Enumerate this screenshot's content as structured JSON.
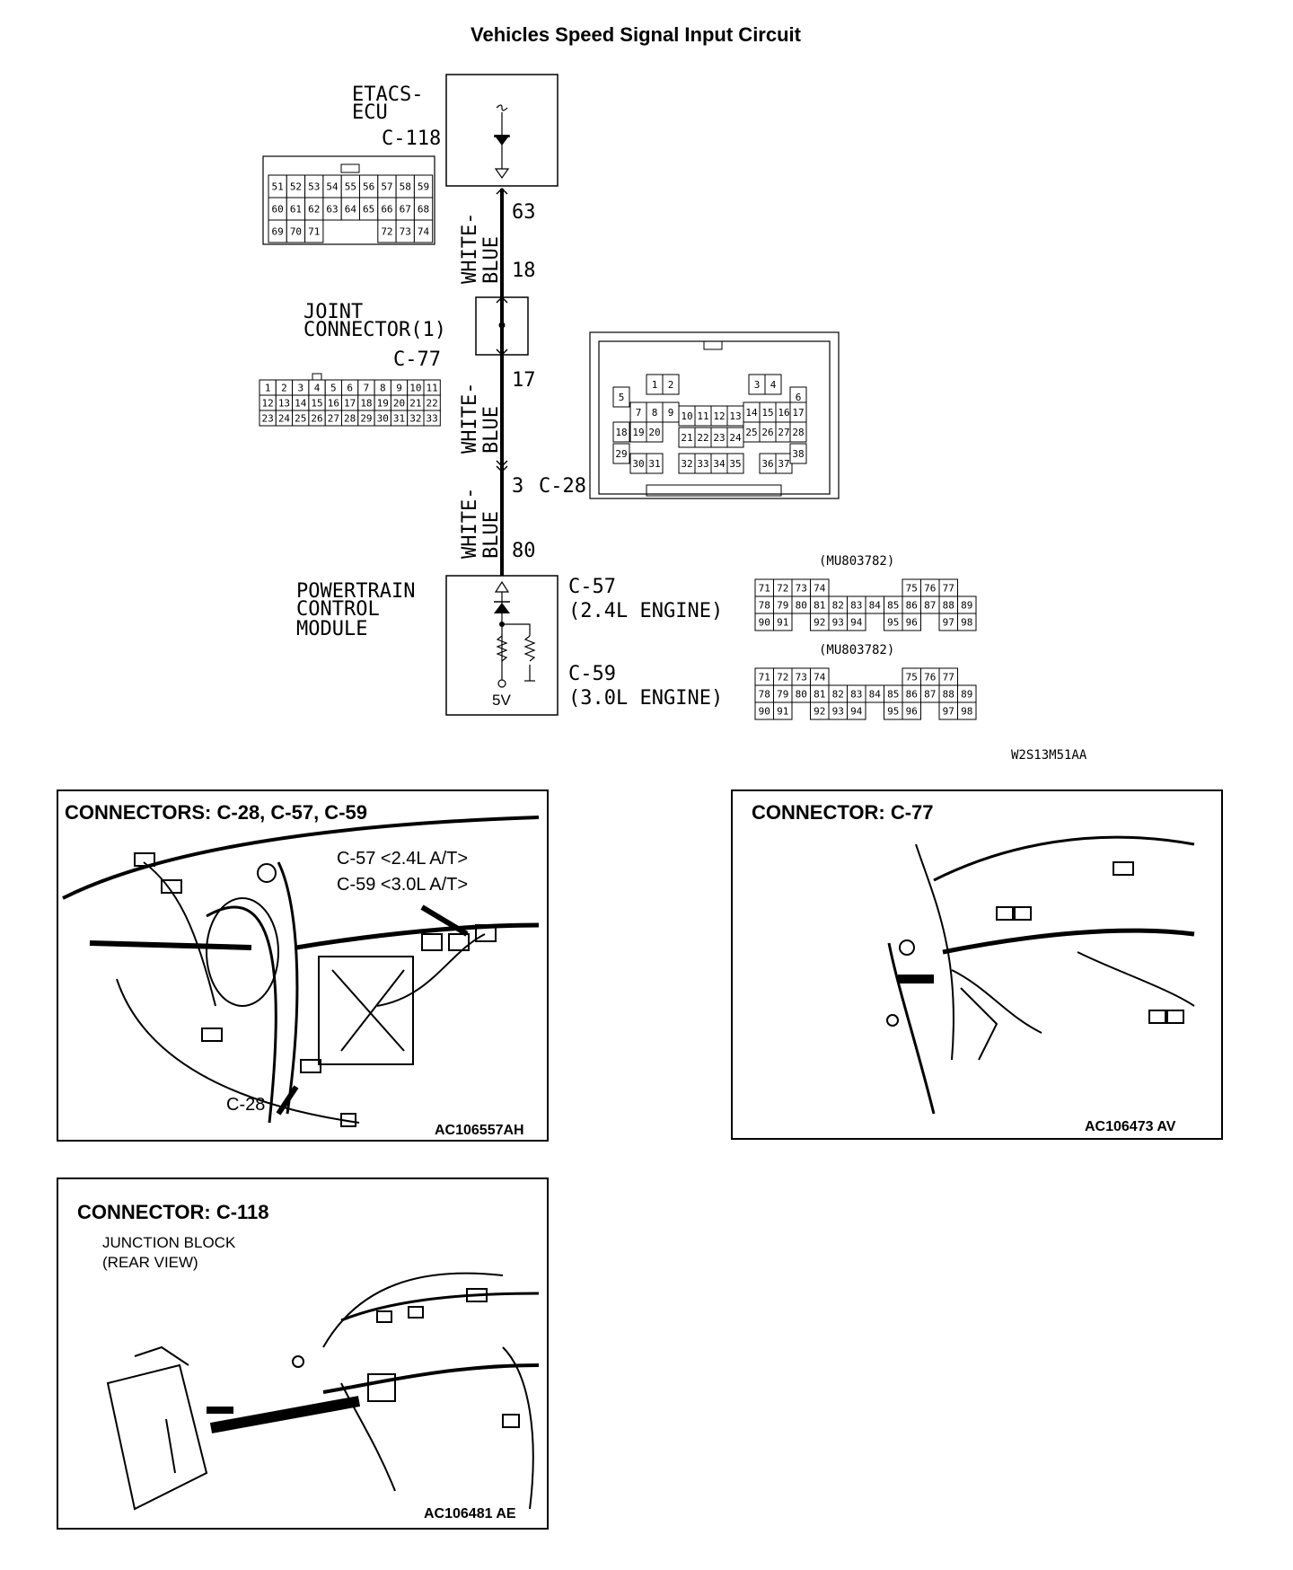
{
  "title": "Vehicles Speed Signal Input Circuit",
  "diagram_code": "W2S13M51AA",
  "etacs": {
    "name_line1": "ETACS-",
    "name_line2": "ECU",
    "connector": "C-118"
  },
  "joint": {
    "name_line1": "JOINT",
    "name_line2": "CONNECTOR(1)",
    "connector": "C-77"
  },
  "pcm": {
    "name_line1": "POWERTRAIN",
    "name_line2": "CONTROL",
    "name_line3": "MODULE",
    "voltage": "5V"
  },
  "wire": {
    "color_top": "WHITE-",
    "color_bottom": "BLUE"
  },
  "pins": {
    "etacs_out": "63",
    "joint_in": "18",
    "joint_out": "17",
    "c28_pin": "3",
    "c28_label": "C-28",
    "pcm_in": "80"
  },
  "pcm_connectors": [
    {
      "id": "C-57",
      "desc": "(2.4L ENGINE)",
      "part": "(MU803782)"
    },
    {
      "id": "C-59",
      "desc": "(3.0L ENGINE)",
      "part": "(MU803782)"
    }
  ],
  "c118_rows": [
    [
      "51",
      "52",
      "53",
      "54",
      "55",
      "56",
      "57",
      "58",
      "59"
    ],
    [
      "60",
      "61",
      "62",
      "63",
      "64",
      "65",
      "66",
      "67",
      "68"
    ],
    [
      "69",
      "70",
      "71",
      "",
      "",
      "",
      "72",
      "73",
      "74"
    ]
  ],
  "c77_rows": [
    [
      "1",
      "2",
      "3",
      "4",
      "5",
      "6",
      "7",
      "8",
      "9",
      "10",
      "11"
    ],
    [
      "12",
      "13",
      "14",
      "15",
      "16",
      "17",
      "18",
      "19",
      "20",
      "21",
      "22"
    ],
    [
      "23",
      "24",
      "25",
      "26",
      "27",
      "28",
      "29",
      "30",
      "31",
      "32",
      "33"
    ]
  ],
  "pcm_rows": [
    [
      "71",
      "72",
      "73",
      "74",
      "",
      "",
      "",
      "",
      "75",
      "76",
      "77"
    ],
    [
      "78",
      "79",
      "80",
      "81",
      "82",
      "83",
      "84",
      "85",
      "86",
      "87",
      "88",
      "89"
    ],
    [
      "90",
      "91",
      "",
      "92",
      "93",
      "94",
      "",
      "95",
      "96",
      "",
      "97",
      "98"
    ]
  ],
  "c28_pins": [
    "1",
    "2",
    "3",
    "4",
    "5",
    "6",
    "7",
    "8",
    "9",
    "10",
    "11",
    "12",
    "13",
    "14",
    "15",
    "16",
    "17",
    "18",
    "19",
    "20",
    "21",
    "22",
    "23",
    "24",
    "25",
    "26",
    "27",
    "28",
    "29",
    "30",
    "31",
    "32",
    "33",
    "34",
    "35",
    "36",
    "37",
    "38"
  ],
  "panels": [
    {
      "caption": "CONNECTORS: C-28, C-57, C-59",
      "code": "AC106557AH",
      "callouts": [
        "C-57 <2.4L A/T>",
        "C-59 <3.0L A/T>",
        "C-28"
      ]
    },
    {
      "caption": "CONNECTOR: C-77",
      "code": "AC106473 AV"
    },
    {
      "caption": "CONNECTOR: C-118",
      "code": "AC106481 AE",
      "sub1": "JUNCTION BLOCK",
      "sub2": "(REAR VIEW)"
    }
  ]
}
